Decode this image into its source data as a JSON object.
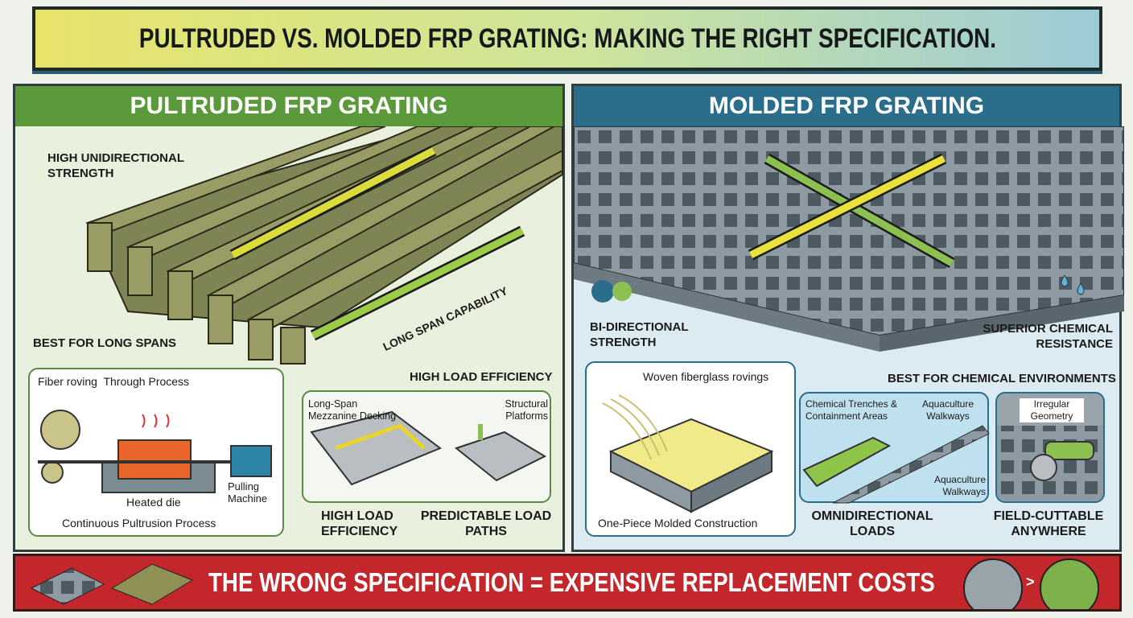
{
  "title": "PULTRUDED VS. MOLDED FRP GRATING: MAKING THE RIGHT SPECIFICATION.",
  "colors": {
    "pultruded": "#5a9a3a",
    "molded": "#2a6e8c",
    "warning": "#c3262b",
    "arrow_yellow": "#e8e23a",
    "arrow_green": "#8cc152"
  },
  "left": {
    "header": "PULTRUDED FRP GRATING",
    "callout_strength": "HIGH UNIDIRECTIONAL STRENGTH",
    "callout_spans": "BEST FOR LONG SPANS",
    "callout_span_cap": "LONG SPAN CAPABILITY",
    "process": {
      "title": "Fiber roving  Through Process",
      "die": "Heated die",
      "puller": "Pulling Machine",
      "caption": "Continuous Pultrusion Process"
    },
    "load_heading": "HIGH LOAD EFFICIENCY",
    "app1": "Long-Span Mezzanine Decking",
    "app2": "Structural Platforms",
    "benefit1": "HIGH LOAD EFFICIENCY",
    "benefit2": "PREDICTABLE LOAD PATHS"
  },
  "right": {
    "header": "MOLDED FRP GRATING",
    "callout_bidir": "BI-DIRECTIONAL STRENGTH",
    "callout_chem": "SUPERIOR CHEMICAL RESISTANCE",
    "mold": {
      "label": "Woven fiberglass rovings",
      "caption": "One-Piece Molded Construction"
    },
    "env_heading": "BEST FOR CHEMICAL ENVIRONMENTS",
    "app1": "Chemical Trenches & Containment Areas",
    "app2": "Aquaculture Walkways",
    "app3": "Aquaculture Walkways",
    "app4": "Irregular Geometry",
    "benefit1": "OMNIDIRECTIONAL LOADS",
    "benefit2": "FIELD-CUTTABLE ANYWHERE"
  },
  "bottom": {
    "message": "THE WRONG SPECIFICATION = EXPENSIVE REPLACEMENT COSTS",
    "compare": ">"
  }
}
